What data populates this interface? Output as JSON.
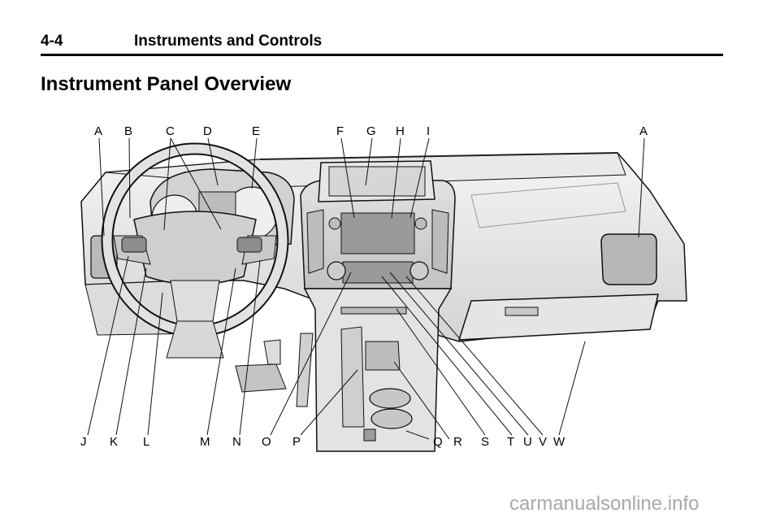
{
  "header": {
    "page_number": "4-4",
    "section_title": "Instruments and Controls"
  },
  "title": "Instrument Panel Overview",
  "callouts": {
    "top": [
      "A",
      "B",
      "C",
      "D",
      "E",
      "F",
      "G",
      "H",
      "I",
      "A"
    ],
    "bottom": [
      "J",
      "K",
      "L",
      "M",
      "N",
      "O",
      "P",
      "Q",
      "R",
      "S",
      "T",
      "U",
      "V",
      "W"
    ]
  },
  "watermark": "carmanualsonline.info"
}
